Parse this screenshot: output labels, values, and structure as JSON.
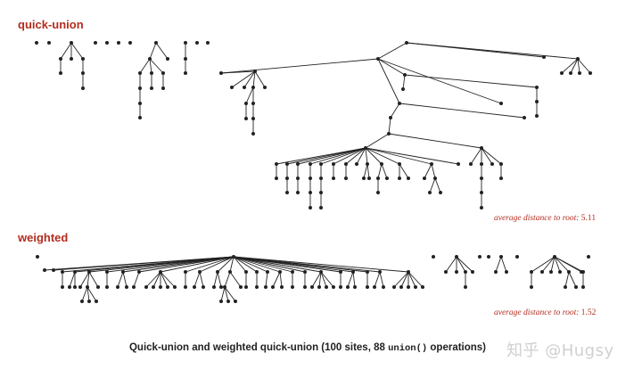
{
  "colors": {
    "accent": "#b32d1f",
    "ink": "#222222",
    "watermark": "#cfcfcf"
  },
  "sections": {
    "quick_union": {
      "label": "quick-union",
      "avg_prefix": "average distance to root:",
      "avg_value": "5.11"
    },
    "weighted": {
      "label": "weighted",
      "avg_prefix": "average distance to root:",
      "avg_value": "1.52"
    }
  },
  "caption": {
    "before": "Quick-union and weighted quick-union (100 sites, 88 ",
    "code": "union()",
    "after": " operations)"
  },
  "watermark": "知乎 @Hugsy"
}
